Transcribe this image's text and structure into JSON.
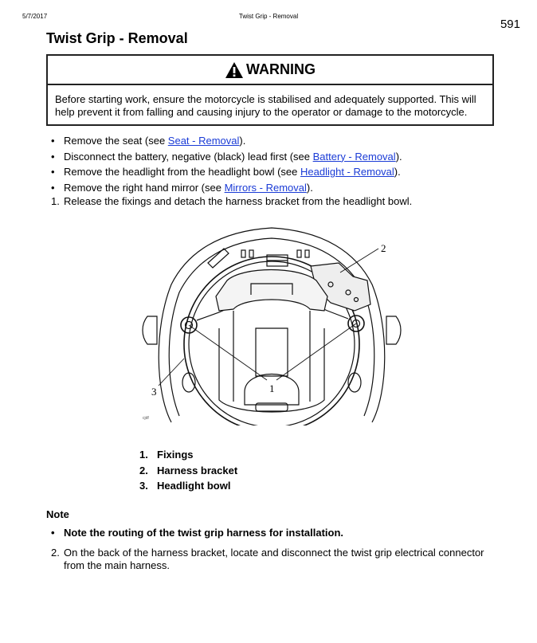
{
  "header": {
    "date": "5/7/2017",
    "title": "Twist Grip - Removal",
    "page_number": "591"
  },
  "heading": "Twist Grip - Removal",
  "warning": {
    "label": "WARNING",
    "text": "Before starting work, ensure the motorcycle is stabilised and adequately supported. This will help prevent it from falling and causing injury to the operator or damage to the motorcycle."
  },
  "bullets": [
    {
      "pre": "Remove the seat (see ",
      "link": "Seat - Removal",
      "post": ")."
    },
    {
      "pre": "Disconnect the battery, negative (black) lead first (see ",
      "link": "Battery - Removal",
      "post": ")."
    },
    {
      "pre": "Remove the headlight from the headlight bowl (see ",
      "link": "Headlight - Removal",
      "post": ")."
    },
    {
      "pre": "Remove the right hand mirror (see ",
      "link": "Mirrors - Removal",
      "post": ")."
    }
  ],
  "steps": [
    {
      "num": "1.",
      "text": "Release the fixings and detach the harness bracket from the headlight bowl."
    },
    {
      "num": "2.",
      "text": "On the back of the harness bracket, locate and disconnect the twist grip electrical connector from the main harness."
    }
  ],
  "figure": {
    "callouts": [
      "1",
      "2",
      "3"
    ],
    "code": "cjdf"
  },
  "legend": [
    {
      "num": "1.",
      "label": "Fixings"
    },
    {
      "num": "2.",
      "label": "Harness bracket"
    },
    {
      "num": "3.",
      "label": "Headlight bowl"
    }
  ],
  "note": {
    "title": "Note",
    "text": "Note the routing of the twist grip harness for installation."
  }
}
